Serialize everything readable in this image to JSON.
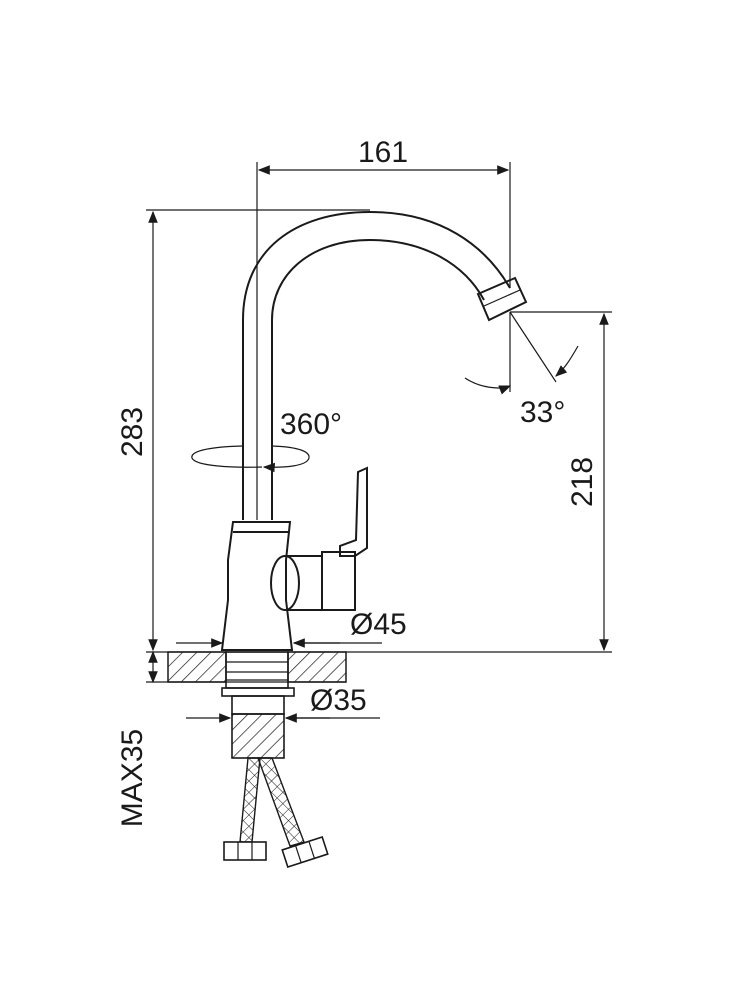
{
  "dimensions": {
    "spout_reach": "161",
    "total_height": "283",
    "spout_height": "218",
    "swivel_angle": "360°",
    "aerator_angle": "33°",
    "base_diameter": "Ø45",
    "shank_diameter": "Ø35",
    "max_deck_thickness": "MAX35"
  }
}
